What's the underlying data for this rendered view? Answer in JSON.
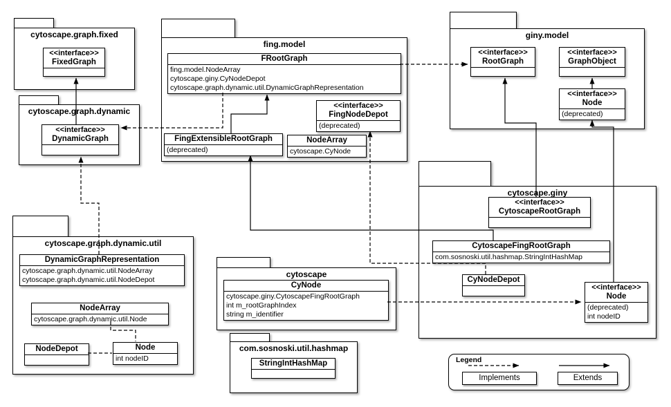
{
  "packages": [
    {
      "id": "fixed",
      "title": "cytoscape.graph.fixed",
      "classes": [
        {
          "id": "FixedGraph",
          "stereotype": "<<interface>>",
          "name": "FixedGraph",
          "attributes": [],
          "empty_compartment": true
        }
      ]
    },
    {
      "id": "dynamic",
      "title": "cytoscape.graph.dynamic",
      "classes": [
        {
          "id": "DynamicGraph",
          "stereotype": "<<interface>>",
          "name": "DynamicGraph",
          "attributes": [],
          "empty_compartment": true
        }
      ]
    },
    {
      "id": "fing",
      "title": "fing.model",
      "classes": [
        {
          "id": "FRootGraph",
          "name": "FRootGraph",
          "attributes": [
            "fing.model.NodeArray",
            "cytoscape.giny.CyNodeDepot",
            "cytoscape.graph.dynamic.util.DynamicGraphRepresentation"
          ]
        },
        {
          "id": "FingNodeDepot",
          "stereotype": "<<interface>>",
          "name": "FingNodeDepot",
          "attributes": [
            "(deprecated)"
          ]
        },
        {
          "id": "FingExtensibleRootGraph",
          "name": "FingExtensibleRootGraph",
          "attributes": [
            "(deprecated)"
          ]
        },
        {
          "id": "NodeArrayFing",
          "name": "NodeArray",
          "attributes": [
            "cytoscape.CyNode"
          ]
        }
      ]
    },
    {
      "id": "giny",
      "title": "giny.model",
      "classes": [
        {
          "id": "RootGraph",
          "stereotype": "<<interface>>",
          "name": "RootGraph",
          "attributes": [],
          "empty_compartment": true
        },
        {
          "id": "GraphObject",
          "stereotype": "<<interface>>",
          "name": "GraphObject",
          "attributes": [],
          "empty_compartment": true
        },
        {
          "id": "NodeGiny",
          "stereotype": "<<interface>>",
          "name": "Node",
          "attributes": [
            "(deprecated)"
          ]
        }
      ]
    },
    {
      "id": "cygi",
      "title": "cytoscape.giny",
      "classes": [
        {
          "id": "CytoscapeRootGraph",
          "stereotype": "<<interface>>",
          "name": "CytoscapeRootGraph",
          "attributes": [],
          "empty_compartment": true
        },
        {
          "id": "CytoscapeFingRootGraph",
          "name": "CytoscapeFingRootGraph",
          "attributes": [
            "com.sosnoski.util.hashmap.StringIntHashMap"
          ]
        },
        {
          "id": "CyNodeDepot",
          "name": "CyNodeDepot",
          "attributes": [],
          "empty_compartment": true
        },
        {
          "id": "NodeCygi",
          "stereotype": "<<interface>>",
          "name": "Node",
          "attributes": [
            "(deprecated)",
            "int nodeID"
          ]
        }
      ]
    },
    {
      "id": "util",
      "title": "cytoscape.graph.dynamic.util",
      "classes": [
        {
          "id": "DynamicGraphRepresentation",
          "name": "DynamicGraphRepresentation",
          "attributes": [
            "cytoscape.graph.dynamic.util.NodeArray",
            "cytoscape.graph.dynamic.util.NodeDepot"
          ]
        },
        {
          "id": "NodeArrayUtil",
          "name": "NodeArray",
          "attributes": [
            "cytoscape.graph.dynamic.util.Node"
          ]
        },
        {
          "id": "NodeDepotUtil",
          "name": "NodeDepot",
          "attributes": [],
          "empty_compartment": true
        },
        {
          "id": "NodeUtil",
          "name": "Node",
          "attributes": [
            "int nodeID"
          ]
        }
      ]
    },
    {
      "id": "cyto",
      "title": "cytoscape",
      "classes": [
        {
          "id": "CyNode",
          "name": "CyNode",
          "attributes": [
            "cytoscape.giny.CytoscapeFingRootGraph",
            "int m_rootGraphIndex",
            "string m_identifier"
          ]
        }
      ]
    },
    {
      "id": "sos",
      "title": "com.sosnoski.util.hashmap",
      "classes": [
        {
          "id": "StringIntHashMap",
          "name": "StringIntHashMap",
          "attributes": [],
          "empty_compartment": true
        }
      ]
    }
  ],
  "relationships": [
    {
      "from": "DynamicGraph",
      "to": "FixedGraph",
      "type": "extends"
    },
    {
      "from": "FingExtensibleRootGraph",
      "to": "FRootGraph",
      "type": "extends"
    },
    {
      "from": "CytoscapeFingRootGraph",
      "to": "FingExtensibleRootGraph",
      "type": "extends"
    },
    {
      "from": "CytoscapeRootGraph",
      "to": "RootGraph",
      "type": "extends"
    },
    {
      "from": "NodeGiny",
      "to": "GraphObject",
      "type": "extends"
    },
    {
      "from": "NodeCygi",
      "to": "NodeGiny",
      "type": "extends"
    },
    {
      "from": "FRootGraph",
      "to": "RootGraph",
      "type": "implements"
    },
    {
      "from": "FRootGraph",
      "to": "DynamicGraph",
      "type": "implements"
    },
    {
      "from": "DynamicGraphRepresentation",
      "to": "DynamicGraph",
      "type": "implements"
    },
    {
      "from": "CyNodeDepot",
      "to": "FingNodeDepot",
      "type": "implements"
    },
    {
      "from": "CyNode",
      "to": "NodeCygi",
      "type": "implements"
    },
    {
      "from": "NodeArrayUtil",
      "to": "NodeUtil",
      "type": "association"
    },
    {
      "from": "NodeDepotUtil",
      "to": "NodeUtil",
      "type": "association"
    }
  ],
  "legend": {
    "title": "Legend",
    "items": [
      {
        "label": "Implements",
        "line": "dashed"
      },
      {
        "label": "Extends",
        "line": "solid"
      }
    ]
  }
}
